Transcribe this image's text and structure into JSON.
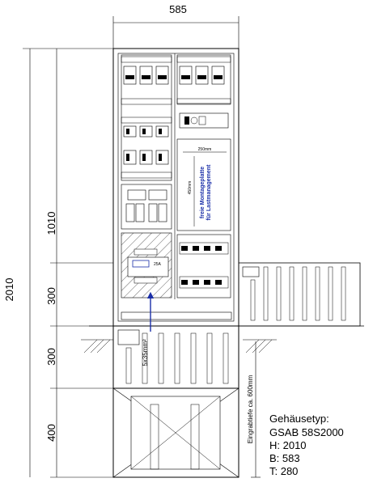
{
  "dimensions": {
    "width": "585",
    "height_total": "2010",
    "section_upper": "1010",
    "section_middle": "300",
    "section_lower": "300",
    "section_base": "400"
  },
  "annotations": {
    "mount_width": "250mm",
    "mount_height": "450mm",
    "mount_label_line1": "freie Montageplatte",
    "mount_label_line2": "für Lastmanagement",
    "cable_label": "5x35mm²",
    "depth_label": "Eingrabtiefe ca. 600mm",
    "meter_label": "25A"
  },
  "specs": {
    "title": "Gehäusetyp:",
    "model": "GSAB 58S2000",
    "h": "H: 2010",
    "b": "B: 583",
    "t": "T: 280"
  },
  "colors": {
    "line": "#000000",
    "accent": "#1a2ea8",
    "blue_text": "#1a2ea8"
  }
}
